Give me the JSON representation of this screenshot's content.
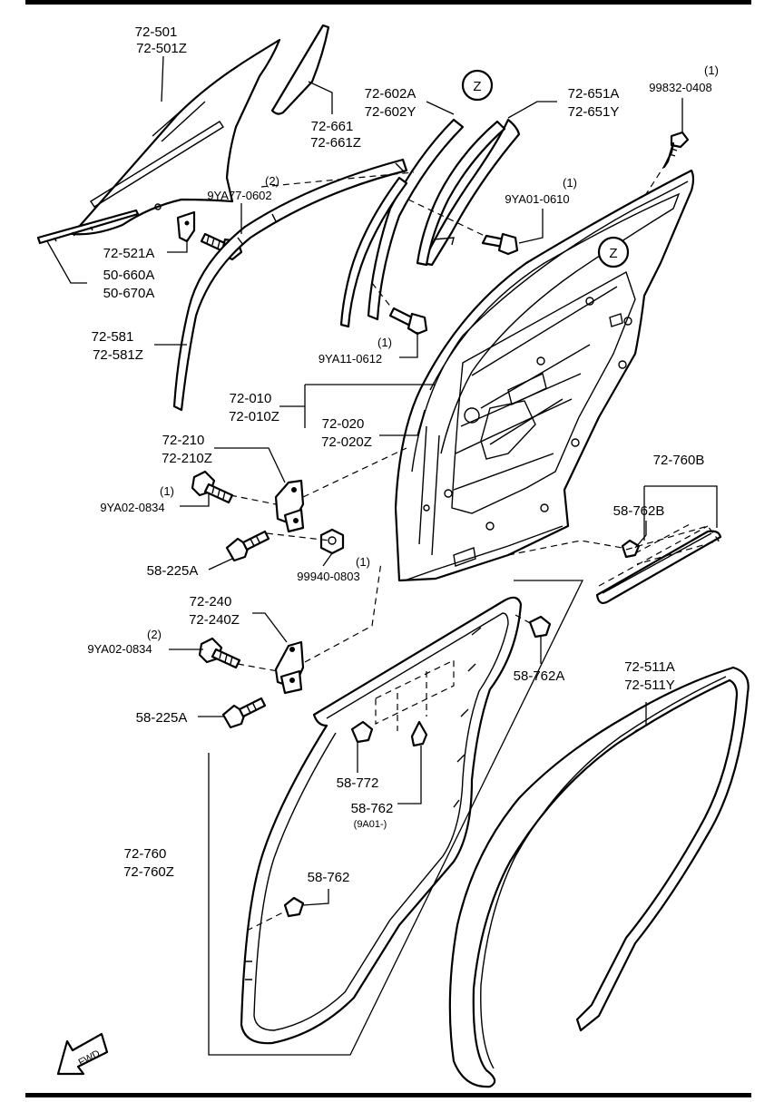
{
  "labels": {
    "glass": [
      "72-501",
      "72-501Z"
    ],
    "glass_quarter": [
      "72-661",
      "72-661Z"
    ],
    "channel_front": [
      "72-602A",
      "72-602Y"
    ],
    "channel_rear": [
      "72-651A",
      "72-651Y"
    ],
    "screw_top": {
      "qty": "(1)",
      "code": "99832-0408"
    },
    "bolt_glass": {
      "qty": "(2)",
      "code": "9YA77-0602"
    },
    "bolt_channel": {
      "qty": "(1)",
      "code": "9YA01-0610"
    },
    "bracket": "72-521A",
    "runs": [
      "50-660A",
      "50-670A"
    ],
    "outer_strip": [
      "72-581",
      "72-581Z"
    ],
    "bolt_lower": {
      "qty": "(1)",
      "code": "9YA11-0612"
    },
    "door_shell": [
      "72-010",
      "72-010Z"
    ],
    "door_panel": [
      "72-020",
      "72-020Z"
    ],
    "hinge_upper": [
      "72-210",
      "72-210Z"
    ],
    "bolt_hinge_upper": {
      "qty": "(1)",
      "code": "9YA02-0834"
    },
    "pin_upper": "58-225A",
    "nut": {
      "qty": "(1)",
      "code": "99940-0803"
    },
    "garnish": "72-760B",
    "clip_garnish": "58-762B",
    "hinge_lower": [
      "72-240",
      "72-240Z"
    ],
    "bolt_hinge_lower": {
      "qty": "(2)",
      "code": "9YA02-0834"
    },
    "pin_lower": "58-225A",
    "clip_upper": "58-762A",
    "weatherstrip_outer": [
      "72-511A",
      "72-511Y"
    ],
    "clip_a": "58-772",
    "clip_b": "58-762",
    "clip_b_note": "(9A01-)",
    "weatherstrip_inner": [
      "72-760",
      "72-760Z"
    ],
    "clip_c": "58-762",
    "ref_z": "Z",
    "fwd": "FWD"
  }
}
